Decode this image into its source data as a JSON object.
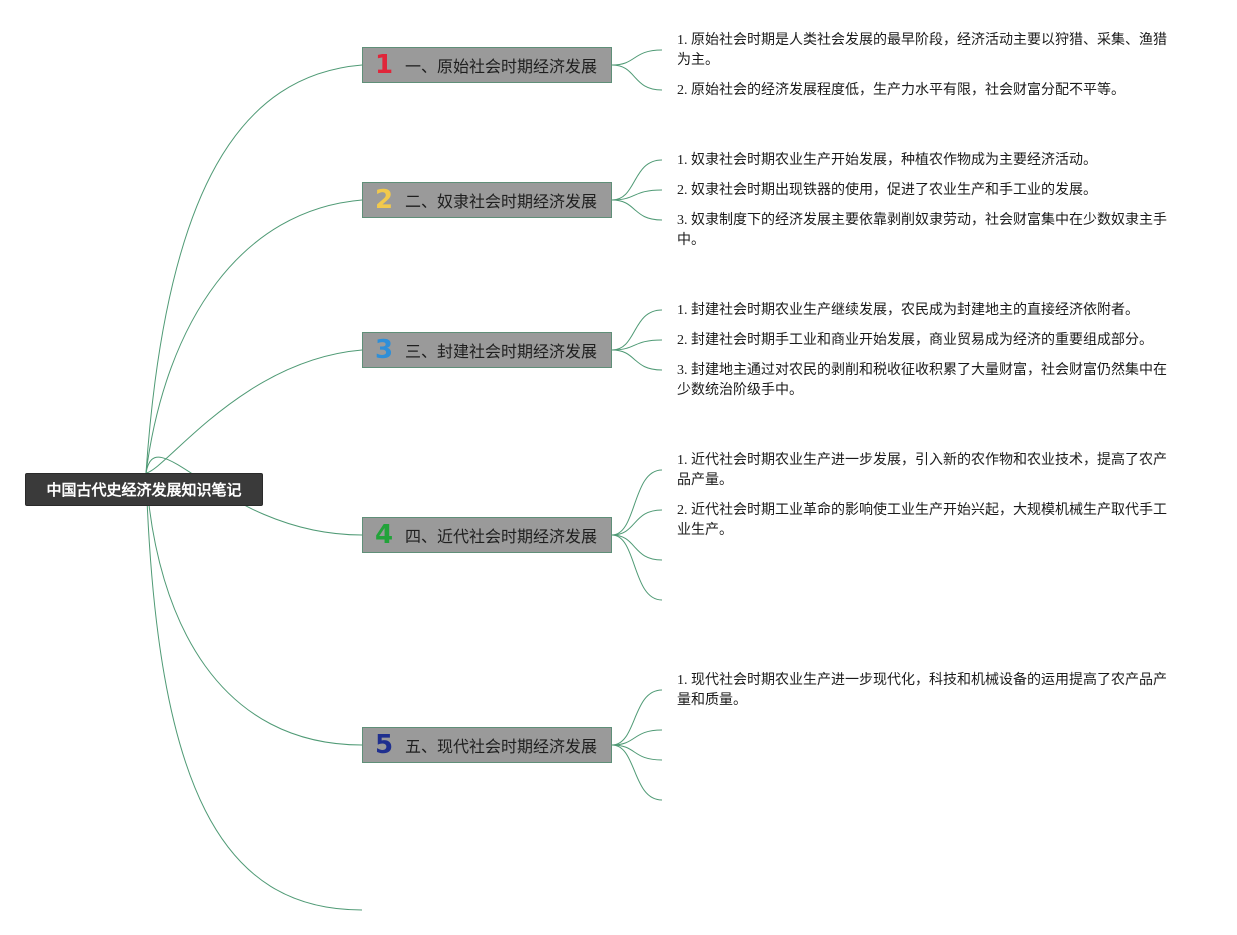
{
  "root": {
    "title": "中国古代史经济发展知识笔记"
  },
  "branches": [
    {
      "num": "1",
      "num_color": "#e0263a",
      "label": "一、原始社会时期经济发展",
      "leaves": [
        "1. 原始社会时期是人类社会发展的最早阶段，经济活动主要以狩猎、采集、渔猎为主。",
        "2. 原始社会的经济发展程度低，生产力水平有限，社会财富分配不平等。"
      ]
    },
    {
      "num": "2",
      "num_color": "#f2c94c",
      "label": "二、奴隶社会时期经济发展",
      "leaves": [
        "1. 奴隶社会时期农业生产开始发展，种植农作物成为主要经济活动。",
        "2. 奴隶社会时期出现铁器的使用，促进了农业生产和手工业的发展。",
        "3. 奴隶制度下的经济发展主要依靠剥削奴隶劳动，社会财富集中在少数奴隶主手中。"
      ]
    },
    {
      "num": "3",
      "num_color": "#2f8fd8",
      "label": "三、封建社会时期经济发展",
      "leaves": [
        "1. 封建社会时期农业生产继续发展，农民成为封建地主的直接经济依附者。",
        "2. 封建社会时期手工业和商业开始发展，商业贸易成为经济的重要组成部分。",
        "3. 封建地主通过对农民的剥削和税收征收积累了大量财富，社会财富仍然集中在少数统治阶级手中。"
      ]
    },
    {
      "num": "4",
      "num_color": "#22a33a",
      "label": "四、近代社会时期经济发展",
      "leaves": [
        "1. 近代社会时期农业生产进一步发展，引入新的农作物和农业技术，提高了农产品产量。",
        "2. 近代社会时期工业革命的影响使工业生产开始兴起，大规模机械生产取代手工业生产。",
        "",
        ""
      ]
    },
    {
      "num": "5",
      "num_color": "#1f2f8f",
      "label": "五、现代社会时期经济发展",
      "leaves": [
        "1. 现代社会时期农业生产进一步现代化，科技和机械设备的运用提高了农产品产量和质量。",
        "",
        "",
        ""
      ]
    }
  ],
  "colors": {
    "connector": "#4f9a75",
    "root_bg": "#3a3a3a",
    "branch_bg": "#9a9a9a"
  }
}
